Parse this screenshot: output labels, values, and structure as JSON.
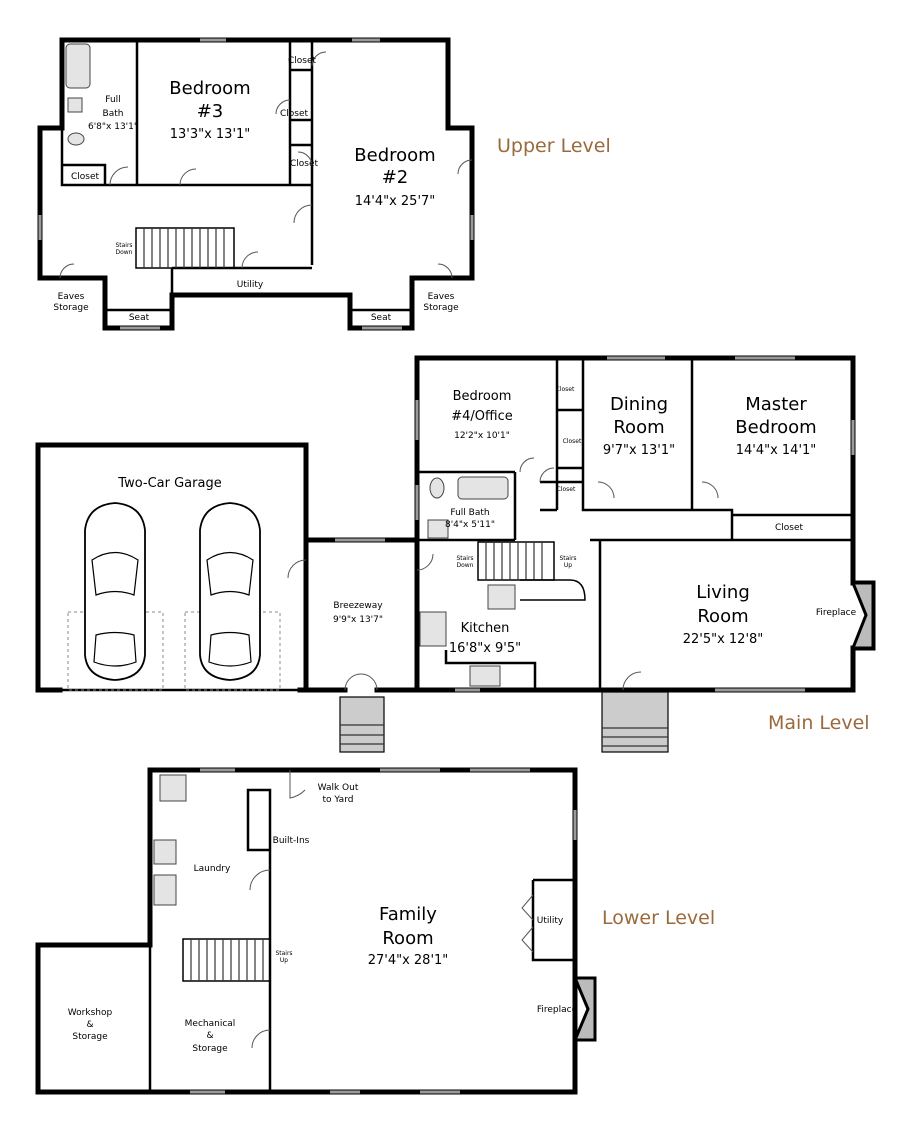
{
  "levels": {
    "upper": "Upper Level",
    "main": "Main Level",
    "lower": "Lower Level"
  },
  "upper": {
    "full_bath": {
      "name1": "Full",
      "name2": "Bath",
      "dims": "6'8\"x 13'1\""
    },
    "bedroom3": {
      "name1": "Bedroom",
      "name2": "#3",
      "dims": "13'3\"x 13'1\""
    },
    "bedroom2": {
      "name1": "Bedroom",
      "name2": "#2",
      "dims": "14'4\"x 25'7\""
    },
    "closet": "Closet",
    "stairs_down": [
      "Stairs",
      "Down"
    ],
    "utility": "Utility",
    "eaves_storage": [
      "Eaves",
      "Storage"
    ],
    "seat": "Seat"
  },
  "main": {
    "garage": "Two-Car Garage",
    "breezeway": {
      "name": "Breezeway",
      "dims": "9'9\"x 13'7\""
    },
    "bedroom4": {
      "name1": "Bedroom",
      "name2": "#4/Office",
      "dims": "12'2\"x 10'1\""
    },
    "full_bath": {
      "name": "Full Bath",
      "dims": "8'4\"x 5'11\""
    },
    "dining": {
      "name1": "Dining",
      "name2": "Room",
      "dims": "9'7\"x 13'1\""
    },
    "master": {
      "name1": "Master",
      "name2": "Bedroom",
      "dims": "14'4\"x 14'1\""
    },
    "closet": "Closet",
    "stairs_down": [
      "Stairs",
      "Down"
    ],
    "stairs_up": [
      "Stairs",
      "Up"
    ],
    "kitchen": {
      "name": "Kitchen",
      "dims": "16'8\"x 9'5\""
    },
    "living": {
      "name1": "Living",
      "name2": "Room",
      "dims": "22'5\"x 12'8\""
    },
    "fireplace": "Fireplace"
  },
  "lower": {
    "walkout": [
      "Walk Out",
      "to Yard"
    ],
    "builtins": "Built-Ins",
    "laundry": "Laundry",
    "family": {
      "name1": "Family",
      "name2": "Room",
      "dims": "27'4\"x 28'1\""
    },
    "utility": "Utility",
    "stairs_up": [
      "Stairs",
      "Up"
    ],
    "workshop": [
      "Workshop",
      "&",
      "Storage"
    ],
    "mechanical": [
      "Mechanical",
      "&",
      "Storage"
    ],
    "fireplace": "Fireplace"
  }
}
